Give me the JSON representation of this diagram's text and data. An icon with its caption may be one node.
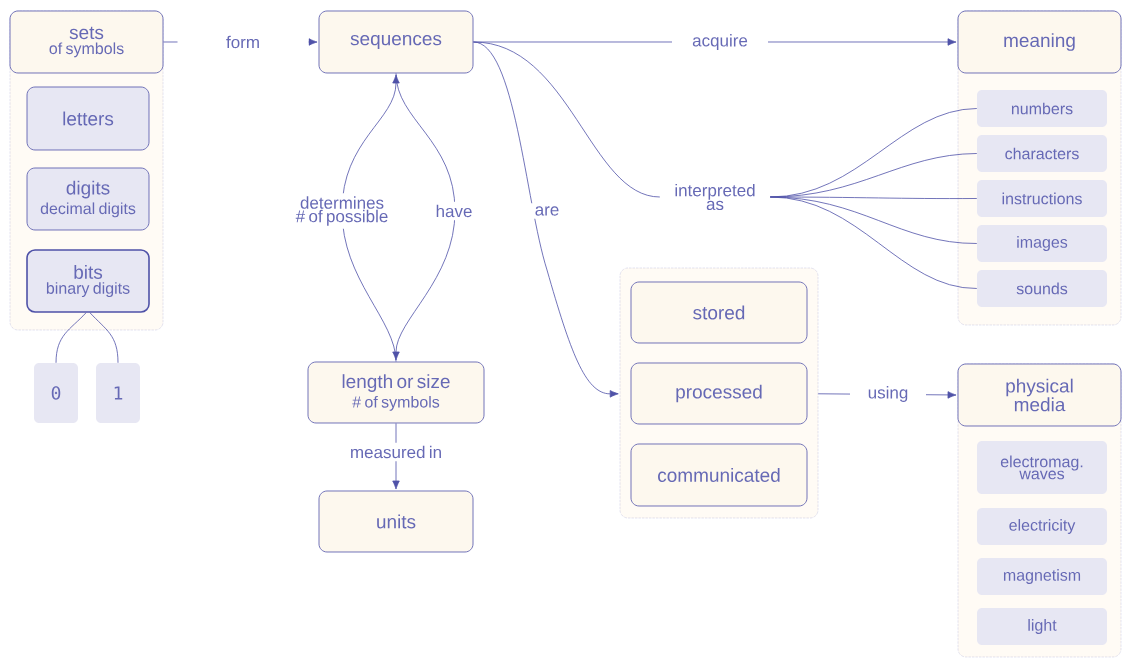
{
  "diagram": {
    "nodes": [
      {
        "text": [],
        "shape": "box"
      },
      {
        "text": [
          "sets",
          "of symbols"
        ],
        "in": 0
      },
      {
        "text": [
          "letters"
        ],
        "in": 0
      },
      {
        "text": [
          "digits",
          "decimal digits"
        ],
        "in": 0
      },
      {
        "text": [
          "bits",
          "binary digits"
        ],
        "in": 0
      },
      {
        "text": [
          "0"
        ]
      },
      {
        "text": [
          "1"
        ]
      },
      {
        "text": [
          "sequences"
        ]
      },
      {
        "text": [
          "length or size",
          "# of symbols"
        ]
      },
      {
        "text": [
          "units"
        ]
      },
      {
        "text": [],
        "shape": "box"
      },
      {
        "text": [
          "stored"
        ],
        "in": 10
      },
      {
        "text": [
          "processed"
        ],
        "in": 10
      },
      {
        "text": [
          "communicated"
        ],
        "in": 10
      },
      {
        "text": [],
        "shape": "box"
      },
      {
        "text": [
          "meaning"
        ],
        "in": 14
      },
      {
        "text": [
          "numbers"
        ],
        "in": 14
      },
      {
        "text": [
          "characters"
        ],
        "in": 14
      },
      {
        "text": [
          "instructions"
        ],
        "in": 14
      },
      {
        "text": [
          "images"
        ],
        "in": 14
      },
      {
        "text": [
          "sounds"
        ],
        "in": 14
      },
      {
        "text": [],
        "shape": "box"
      },
      {
        "text": [
          "physical media"
        ],
        "in": 21
      },
      {
        "text": [
          "electromag. waves"
        ],
        "in": 21
      },
      {
        "text": [
          "electricity"
        ],
        "in": 21
      },
      {
        "text": [
          "magnetism"
        ],
        "in": 21
      },
      {
        "text": [
          "light"
        ],
        "in": 21
      },
      {
        "text": [
          "interpreted as"
        ]
      }
    ],
    "edges": [
      {
        "from": 1,
        "to": 7,
        "arrow": "to",
        "label": "form"
      },
      {
        "from": 7,
        "to": 15,
        "arrow": "to",
        "label": "acquire"
      },
      {
        "from": 7,
        "to": 8,
        "arrow": "to",
        "label": "have"
      },
      {
        "from": 8,
        "to": 7,
        "arrow": "to",
        "label": "determines # of possible"
      },
      {
        "from": 8,
        "to": 9,
        "arrow": "to",
        "label": "measured in"
      },
      {
        "from": 7,
        "to": 10,
        "arrow": "to",
        "label": "are"
      },
      {
        "from": 7,
        "to": 27,
        "arrow": "none"
      },
      {
        "from": 27,
        "to": 16,
        "arrow": "none"
      },
      {
        "from": 27,
        "to": 17,
        "arrow": "none"
      },
      {
        "from": 27,
        "to": 18,
        "arrow": "none"
      },
      {
        "from": 27,
        "to": 19,
        "arrow": "none"
      },
      {
        "from": 27,
        "to": 20,
        "arrow": "none"
      },
      {
        "from": 10,
        "to": 22,
        "arrow": "to",
        "label": "using"
      },
      {
        "from": 4,
        "to": 5,
        "arrow": "none"
      },
      {
        "from": 4,
        "to": 6,
        "arrow": "none"
      }
    ]
  }
}
